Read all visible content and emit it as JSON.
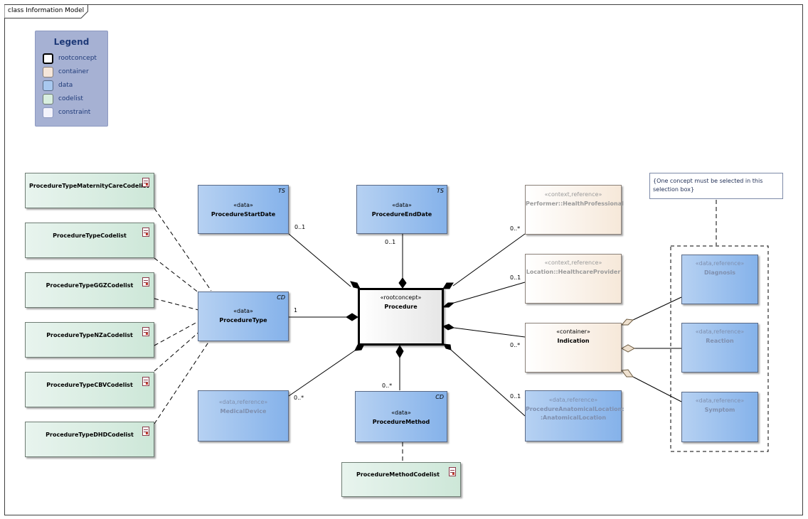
{
  "frame_title": "class Information Model",
  "legend": {
    "title": "Legend",
    "items": [
      {
        "label": "rootconcept",
        "color": "#ffffff",
        "border": "#000000"
      },
      {
        "label": "container",
        "color": "#f5e6da",
        "border": "#8a8078"
      },
      {
        "label": "data",
        "color": "#a8c8ef",
        "border": "#5a6a86"
      },
      {
        "label": "codelist",
        "color": "#d8eedf",
        "border": "#6f7d74"
      },
      {
        "label": "constraint",
        "color": "#f3f3fb",
        "border": "#8d99c0"
      }
    ]
  },
  "codelists": {
    "maternity": "ProcedureTypeMaternityCareCodelist",
    "type": "ProcedureTypeCodelist",
    "ggz": "ProcedureTypeGGZCodelist",
    "nza": "ProcedureTypeNZaCodelist",
    "cbv": "ProcedureTypeCBVCodelist",
    "dhd": "ProcedureTypeDHDCodelist",
    "method": "ProcedureMethodCodelist"
  },
  "classes": {
    "start_date": {
      "stereotype": "«data»",
      "name": "ProcedureStartDate",
      "tag": "TS"
    },
    "end_date": {
      "stereotype": "«data»",
      "name": "ProcedureEndDate",
      "tag": "TS"
    },
    "procedure_type": {
      "stereotype": "«data»",
      "name": "ProcedureType",
      "tag": "CD"
    },
    "procedure": {
      "stereotype": "«rootconcept»",
      "name": "Procedure"
    },
    "medical_device": {
      "stereotype": "«data,reference»",
      "name": "MedicalDevice"
    },
    "procedure_method": {
      "stereotype": "«data»",
      "name": "ProcedureMethod",
      "tag": "CD"
    },
    "performer": {
      "stereotype": "«context,reference»",
      "name": "Performer::HealthProfessional"
    },
    "location": {
      "stereotype": "«context,reference»",
      "name": "Location::HealthcareProvider"
    },
    "indication": {
      "stereotype": "«container»",
      "name": "Indication"
    },
    "anatomical": {
      "stereotype": "«data,reference»",
      "name_line1": "ProcedureAnatomicalLocation:",
      "name_line2": ":AnatomicalLocation"
    },
    "diagnosis": {
      "stereotype": "«data,reference»",
      "name": "Diagnosis"
    },
    "reaction": {
      "stereotype": "«data,reference»",
      "name": "Reaction"
    },
    "symptom": {
      "stereotype": "«data,reference»",
      "name": "Symptom"
    }
  },
  "note": "{One concept must be selected in this selection box}",
  "multiplicities": {
    "start_date": "0..1",
    "end_date": "0..1",
    "procedure_type": "1",
    "medical_device": "0..*",
    "procedure_method": "0..*",
    "performer": "0..*",
    "location": "0..1",
    "indication": "0..*",
    "anatomical": "0..1"
  }
}
